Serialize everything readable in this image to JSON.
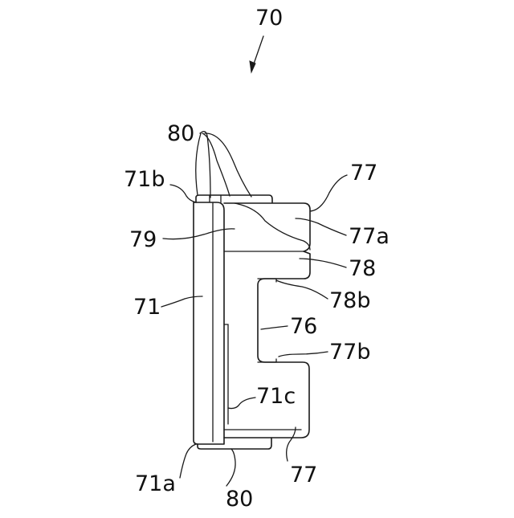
{
  "figure": {
    "labels": {
      "l70": "70",
      "l80_top": "80",
      "l71b": "71b",
      "l77_top": "77",
      "l77a": "77a",
      "l79": "79",
      "l78": "78",
      "l71": "71",
      "l78b": "78b",
      "l76": "76",
      "l77b": "77b",
      "l71c": "71c",
      "l71a": "71a",
      "l80_bottom": "80",
      "l77_bottom": "77"
    }
  },
  "colors": {
    "line": "#1a1a1a",
    "text": "#111111",
    "background": "#ffffff"
  }
}
